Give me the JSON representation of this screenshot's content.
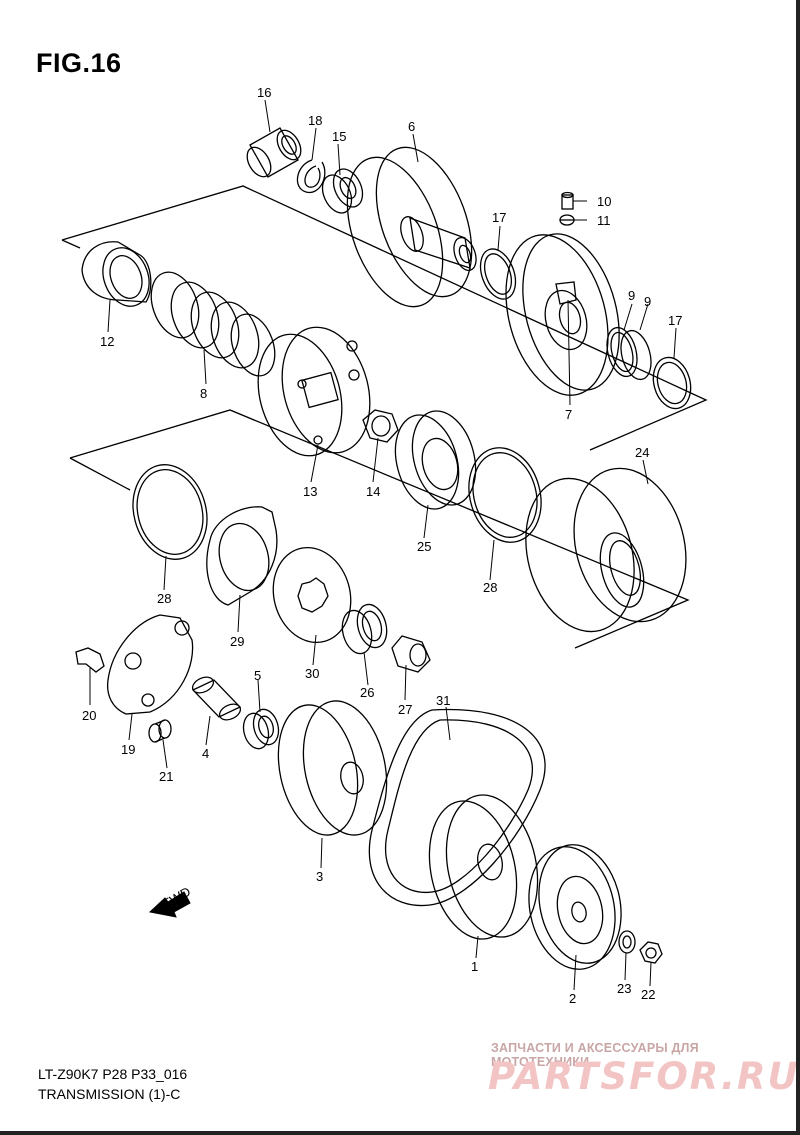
{
  "figure": {
    "title": "FIG.16",
    "model_code": "LT-Z90K7 P28 P33_016",
    "section": "TRANSMISSION (1)-C"
  },
  "watermark": {
    "tagline": "ЗАПЧАСТИ И АКСЕССУАРЫ ДЛЯ МОТОТЕХНИКИ",
    "logo": "PARTSFOR.RU"
  },
  "direction_marker": "FWD",
  "callouts": [
    "16",
    "18",
    "15",
    "6",
    "10",
    "11",
    "17",
    "12",
    "8",
    "9",
    "9",
    "17",
    "7",
    "13",
    "14",
    "24",
    "25",
    "28",
    "28",
    "29",
    "30",
    "26",
    "27",
    "20",
    "19",
    "5",
    "4",
    "21",
    "31",
    "3",
    "1",
    "2",
    "23",
    "22"
  ],
  "colors": {
    "line": "#000000",
    "background": "#ffffff",
    "watermark": "#f2c4c4"
  }
}
